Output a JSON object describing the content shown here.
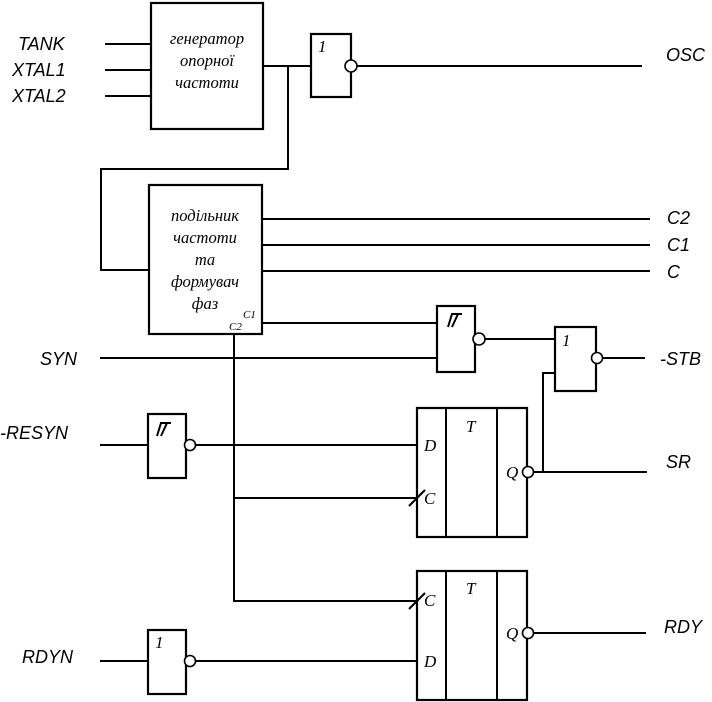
{
  "inputs": {
    "tank": "TANK",
    "xtal1": "XTAL1",
    "xtal2": "XTAL2",
    "syn": "SYN",
    "resyn": "-RESYN",
    "rdyn": "RDYN"
  },
  "outputs": {
    "osc": "OSC",
    "c2": "C2",
    "c1": "C1",
    "c": "C",
    "stb": "-STB",
    "sr": "SR",
    "rdy": "RDY"
  },
  "generator_block": {
    "lines": [
      "генератор",
      "опорної",
      "частоти"
    ]
  },
  "divider_block": {
    "lines": [
      "подільник",
      "частоти",
      "та",
      "формувач",
      "фаз"
    ],
    "pin_c1": "C1",
    "pin_c2": "C2"
  },
  "gates": {
    "buffer_label": "1",
    "schmitt_symbol": "⎎"
  },
  "flipflop_top": {
    "title": "T",
    "d": "D",
    "c": "C",
    "q": "Q"
  },
  "flipflop_bottom": {
    "title": "T",
    "c": "C",
    "d": "D",
    "q": "Q"
  }
}
